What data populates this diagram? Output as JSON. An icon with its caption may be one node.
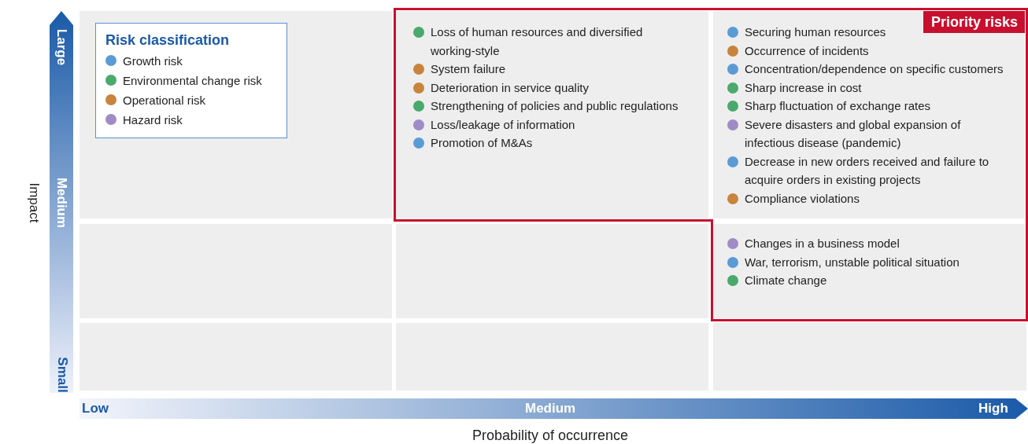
{
  "diagram": {
    "nodes": [
      {
        "text": [],
        "shape": "box"
      },
      {
        "text": [],
        "shape": "box"
      },
      {
        "text": [],
        "shape": "box",
        "in": 1
      },
      {
        "text": [
          "Loss of human resources and diversified working-style"
        ],
        "in": 2
      },
      {
        "text": [
          "System failure"
        ],
        "in": 2
      },
      {
        "text": [
          "Deterioration in service quality"
        ],
        "in": 2
      },
      {
        "text": [
          "Strengthening of policies and public regulations"
        ],
        "in": 2
      },
      {
        "text": [
          "Loss/leakage of information"
        ],
        "in": 2
      },
      {
        "text": [
          "Promotion of M&As"
        ],
        "in": 2
      },
      {
        "text": [],
        "shape": "box",
        "in": 1
      },
      {
        "text": [
          "Securing human resources"
        ],
        "in": 9
      },
      {
        "text": [
          "Occurrence of incidents"
        ],
        "in": 9
      },
      {
        "text": [
          "Concentration/dependence on specific customers"
        ],
        "in": 9
      },
      {
        "text": [
          "Sharp increase in cost"
        ],
        "in": 9
      },
      {
        "text": [
          "Sharp fluctuation of exchange rates"
        ],
        "in": 9
      },
      {
        "text": [
          "Severe disasters and global expansion of infectious disease (pandemic)"
        ],
        "in": 9
      },
      {
        "text": [
          "Decrease in new orders received and failure to acquire orders in existing projects"
        ],
        "in": 9
      },
      {
        "text": [
          "Compliance violations"
        ],
        "in": 9
      },
      {
        "text": [],
        "shape": "box"
      },
      {
        "text": [],
        "shape": "box"
      },
      {
        "text": [],
        "shape": "box",
        "in": 1
      },
      {
        "text": [
          "Changes in a business model"
        ],
        "in": 20
      },
      {
        "text": [
          "War, terrorism, unstable political situation"
        ],
        "in": 20
      },
      {
        "text": [
          "Climate change"
        ],
        "in": 20
      },
      {
        "text": [],
        "shape": "box"
      },
      {
        "text": [],
        "shape": "box"
      },
      {
        "text": [],
        "shape": "box"
      },
      {
        "text": [
          "Priority risks"
        ],
        "in": 9
      }
    ],
    "labels": [
      "Risk classification",
      "Large",
      "Medium",
      "Impact",
      "Small",
      "Low",
      "Medium",
      "High",
      "Probability of occurrence"
    ],
    "legend": [
      {
        "text": "Growth risk",
        "color": "#5b9bd5"
      },
      {
        "text": "Environmental change risk",
        "color": "#4aa96c"
      },
      {
        "text": "Operational risk",
        "color": "#c8843c"
      },
      {
        "text": "Hazard risk",
        "color": "#a08cc4"
      }
    ]
  }
}
